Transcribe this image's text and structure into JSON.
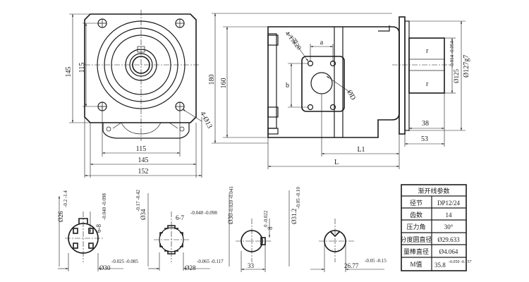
{
  "front_view": {
    "dim_145_vertical": "145",
    "dim_115_vertical": "115",
    "dim_115_horizontal": "115",
    "dim_145_horizontal": "145",
    "dim_152": "152",
    "hole_label": "4-Ø13"
  },
  "side_view": {
    "dim_180": "180",
    "dim_160": "160",
    "thread_label": "4-T深20",
    "dim_a": "a",
    "dim_b": "b",
    "dim_D": "ØD",
    "dim_L1": "L1",
    "dim_L": "L",
    "dim_38": "38",
    "dim_53": "53",
    "dim_127": "Ø127g7",
    "dim_125": "Ø125",
    "dim_125_tol": "-0.014 -0.054",
    "section_mark": "r",
    "section_mark2": "r"
  },
  "shafts": [
    {
      "d_vert": "Ø26",
      "d_vert_tol": "-0.2 -1.4",
      "key": "6-8",
      "key_tol": "-0.040 -0.098",
      "d_out": "Ø30",
      "d_out_tol": "-0.025 -0.085"
    },
    {
      "d_vert": "Ø34",
      "d_vert_tol": "-0.17 -0.42",
      "key": "6-7",
      "key_tol": "-0.040 -0.098",
      "d_out": "Ø28",
      "d_out_tol": "-0.065 -0.117"
    },
    {
      "d_vert": "Ø30",
      "d_vert_tol": "-0.020 -0.041",
      "key": "8",
      "key_tol": "0 -0.022",
      "d_out": "33",
      "d_out_tol": ""
    },
    {
      "d_vert": "Ø31.2",
      "d_vert_tol": "-0.05 -0.10",
      "key": "",
      "key_tol": "",
      "d_out": "26.77",
      "d_out_tol": "-0.05 -0.15"
    }
  ],
  "spline_table": {
    "title": "渐开线参数",
    "rows": [
      {
        "label": "径节",
        "value": "DP12/24"
      },
      {
        "label": "齿数",
        "value": "14"
      },
      {
        "label": "压力角",
        "value": "30°"
      },
      {
        "label": "分度圆直径",
        "value": "Ø29.633"
      },
      {
        "label": "量棒直径",
        "value": "Ø4.064"
      },
      {
        "label": "M值",
        "value": "35.8",
        "value_tol": "-0.050 -0.157"
      }
    ]
  }
}
